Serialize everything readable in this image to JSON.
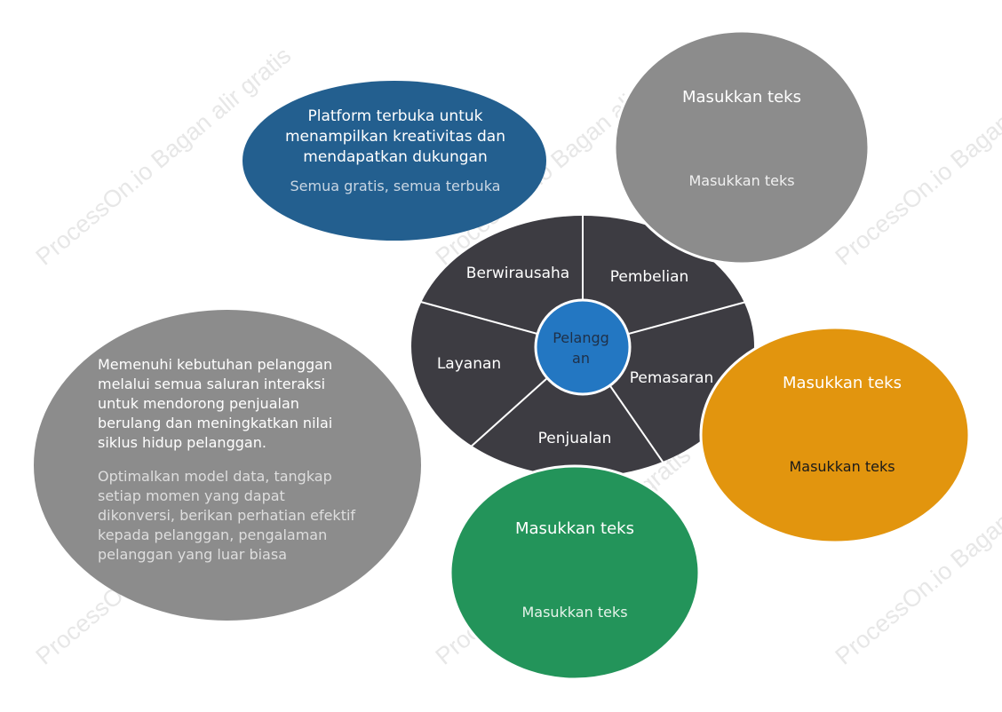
{
  "watermark": "ProcessOn.io Bagan alir gratis",
  "center": {
    "line1": "Pelangg",
    "line2": "an"
  },
  "segments": [
    "Berwirausaha",
    "Pembelian",
    "Pemasaran",
    "Penjualan",
    "Layanan"
  ],
  "bubbles": {
    "blue": {
      "title": "Platform terbuka untuk menampilkan kreativitas dan mendapatkan dukungan",
      "sub": "Semua gratis, semua terbuka"
    },
    "gray_top": {
      "title": "Masukkan teks",
      "sub": "Masukkan teks"
    },
    "orange": {
      "title": "Masukkan teks",
      "sub": "Masukkan teks"
    },
    "green": {
      "title": "Masukkan teks",
      "sub": "Masukkan teks"
    },
    "gray_left": {
      "title": "Memenuhi kebutuhan pelanggan melalui semua saluran interaksi untuk mendorong penjualan berulang dan meningkatkan nilai siklus hidup pelanggan.",
      "sub": "Optimalkan model data, tangkap setiap momen yang dapat dikonversi, berikan perhatian efektif kepada pelanggan, pengalaman pelanggan yang luar biasa"
    }
  },
  "colors": {
    "blue": "#235f8f",
    "gray": "#8c8c8c",
    "dark": "#3d3c42",
    "center": "#2377c2",
    "orange": "#e2950e",
    "green": "#23945a"
  }
}
